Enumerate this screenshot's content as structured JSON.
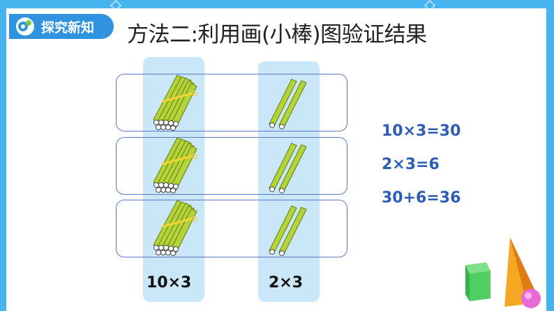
{
  "header": {
    "badge_text": "探究新知"
  },
  "page": {
    "title": "方法二:利用画(小棒)图验证结果"
  },
  "diagram": {
    "rows": [
      {
        "bundle": "bundle-of-ten-sticks",
        "singles": 2
      },
      {
        "bundle": "bundle-of-ten-sticks",
        "singles": 2
      },
      {
        "bundle": "bundle-of-ten-sticks",
        "singles": 2
      }
    ],
    "labels": {
      "tens": "10×3",
      "ones": "2×3"
    }
  },
  "equations": [
    "10×3=30",
    "2×3=6",
    "30+6=36"
  ],
  "colors": {
    "frame": "#45b4ef",
    "badge": "#2f93df",
    "highlight": "#bfe3f7",
    "stick": "#b5d43b",
    "equation": "#2d5bb8"
  }
}
